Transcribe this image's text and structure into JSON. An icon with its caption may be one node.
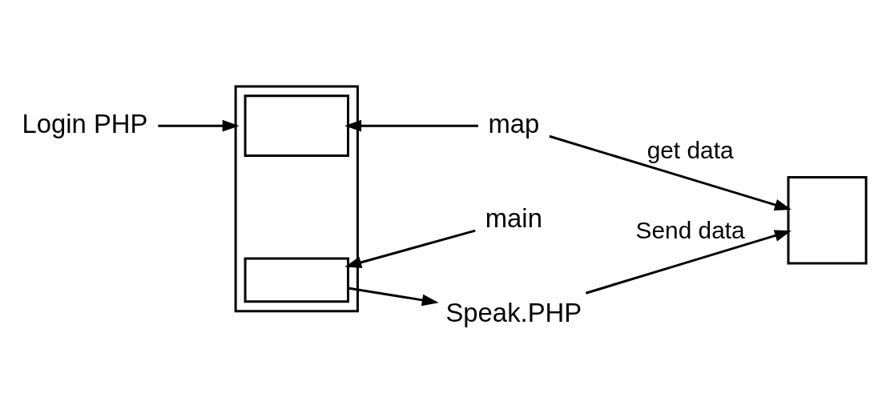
{
  "diagram": {
    "nodes": [
      {
        "text": [
          "Login PHP"
        ]
      },
      {
        "text": [],
        "shape": "box"
      },
      {
        "text": [],
        "shape": "box",
        "in": 1
      },
      {
        "text": [],
        "shape": "box",
        "in": 1
      },
      {
        "text": [
          "map"
        ]
      },
      {
        "text": [
          "main"
        ]
      },
      {
        "text": [
          "Speak.PHP"
        ]
      },
      {
        "text": [],
        "shape": "box"
      }
    ],
    "edges": [
      {
        "from": 0,
        "to": 1,
        "arrow": "to"
      },
      {
        "from": 4,
        "to": 2,
        "arrow": "to"
      },
      {
        "from": 5,
        "to": 3,
        "arrow": "to"
      },
      {
        "from": 3,
        "to": 6,
        "arrow": "to"
      },
      {
        "from": 4,
        "to": 7,
        "arrow": "to",
        "label": "get data"
      },
      {
        "from": 6,
        "to": 7,
        "arrow": "to",
        "label": "Send data"
      }
    ]
  }
}
